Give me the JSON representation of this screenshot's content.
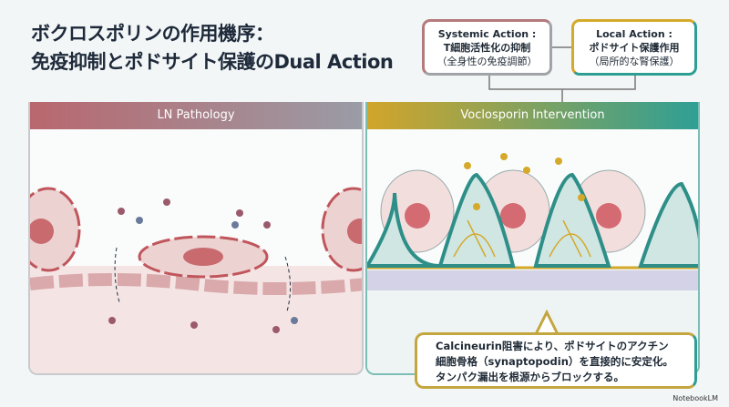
{
  "title": {
    "line1": "ボクロスポリンの作用機序：",
    "line2": "免疫抑制とポドサイト保護のDual Action"
  },
  "systemic": {
    "heading": "Systemic Action :",
    "line1": "T細胞活性化の抑制",
    "line2": "（全身性の免疫調節）"
  },
  "local": {
    "heading": "Local Action :",
    "line1": "ポドサイト保護作用",
    "line2": "（局所的な腎保護）"
  },
  "panels": {
    "left": "LN Pathology",
    "right": "Voclosporin Intervention"
  },
  "callout": {
    "line1": "Calcineurin阻害により、ポドサイトのアクチン",
    "line2": "細胞骨格（synaptopodin）を直接的に安定化。",
    "line3": "タンパク漏出を根源からブロックする。"
  },
  "brand": "NotebookLM"
}
